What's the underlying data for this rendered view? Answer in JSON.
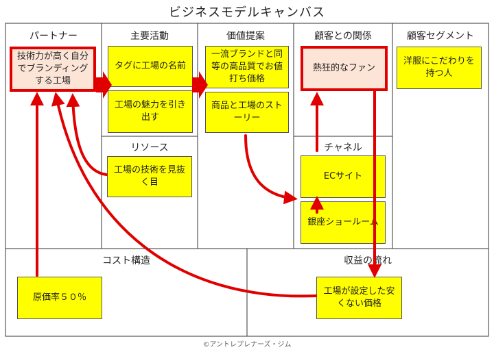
{
  "title": "ビジネスモデルキャンバス",
  "sections": {
    "partners": "パートナー",
    "activities": "主要活動",
    "value": "価値提案",
    "relationships": "顧客との関係",
    "segments": "顧客セグメント",
    "resources": "リソース",
    "channels": "チャネル",
    "cost": "コスト構造",
    "revenue": "収益の流れ"
  },
  "notes": {
    "partner_tech": "技術力が高く自分でブランディングする工場",
    "activity_tag": "タグに工場の名前",
    "activity_appeal": "工場の魅力を引き出す",
    "value_quality": "一流ブランドと同等の高品質でお値打ち価格",
    "value_story": "商品と工場のストーリー",
    "relationship_fan": "熱狂的なファン",
    "segment_people": "洋服にこだわりを持つ人",
    "resource_eye": "工場の技術を見抜く目",
    "channel_ec": "ECサイト",
    "channel_ginza": "銀座ショールーム",
    "cost_ratio": "原価率５０％",
    "revenue_price": "工場が設定した安くない価格"
  },
  "footer": "©アントレプレナーズ・ジム",
  "colors": {
    "note": "#ffff00",
    "highlight_fill": "#fce4d6",
    "arrow": "#e00000",
    "grid": "#333333"
  }
}
